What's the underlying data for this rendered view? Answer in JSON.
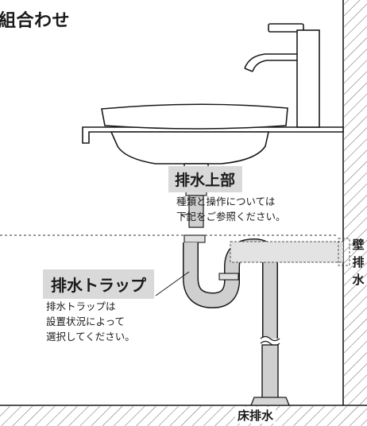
{
  "title": "組合わせ",
  "upper_drain": {
    "tag": "排水上部",
    "note_line1": "種類と操作については",
    "note_line2": "下記をご参照ください。"
  },
  "trap": {
    "tag": "排水トラップ",
    "note_line1": "排水トラップは",
    "note_line2": "設置状況によって",
    "note_line3": "選択してください。"
  },
  "wall_drain": {
    "char1": "壁",
    "char2": "排",
    "char3": "水"
  },
  "floor_drain": {
    "label": "床排水"
  },
  "colors": {
    "outline": "#1a1a1a",
    "pipe_fill": "#cfcfcf",
    "tag_bg": "#d9d9d9",
    "nut_orange": "#d9822b"
  }
}
